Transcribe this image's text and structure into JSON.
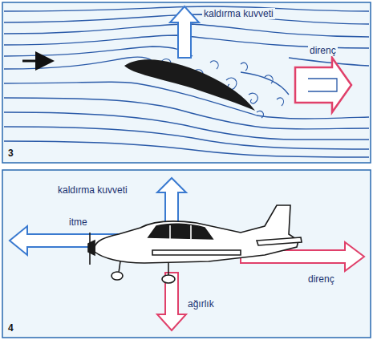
{
  "diagram": {
    "labels": [
      "kaldırma kuvveti",
      "direnç",
      "3",
      "kaldırma kuvveti",
      "itme",
      "direnç",
      "ağırlık",
      "4"
    ]
  }
}
